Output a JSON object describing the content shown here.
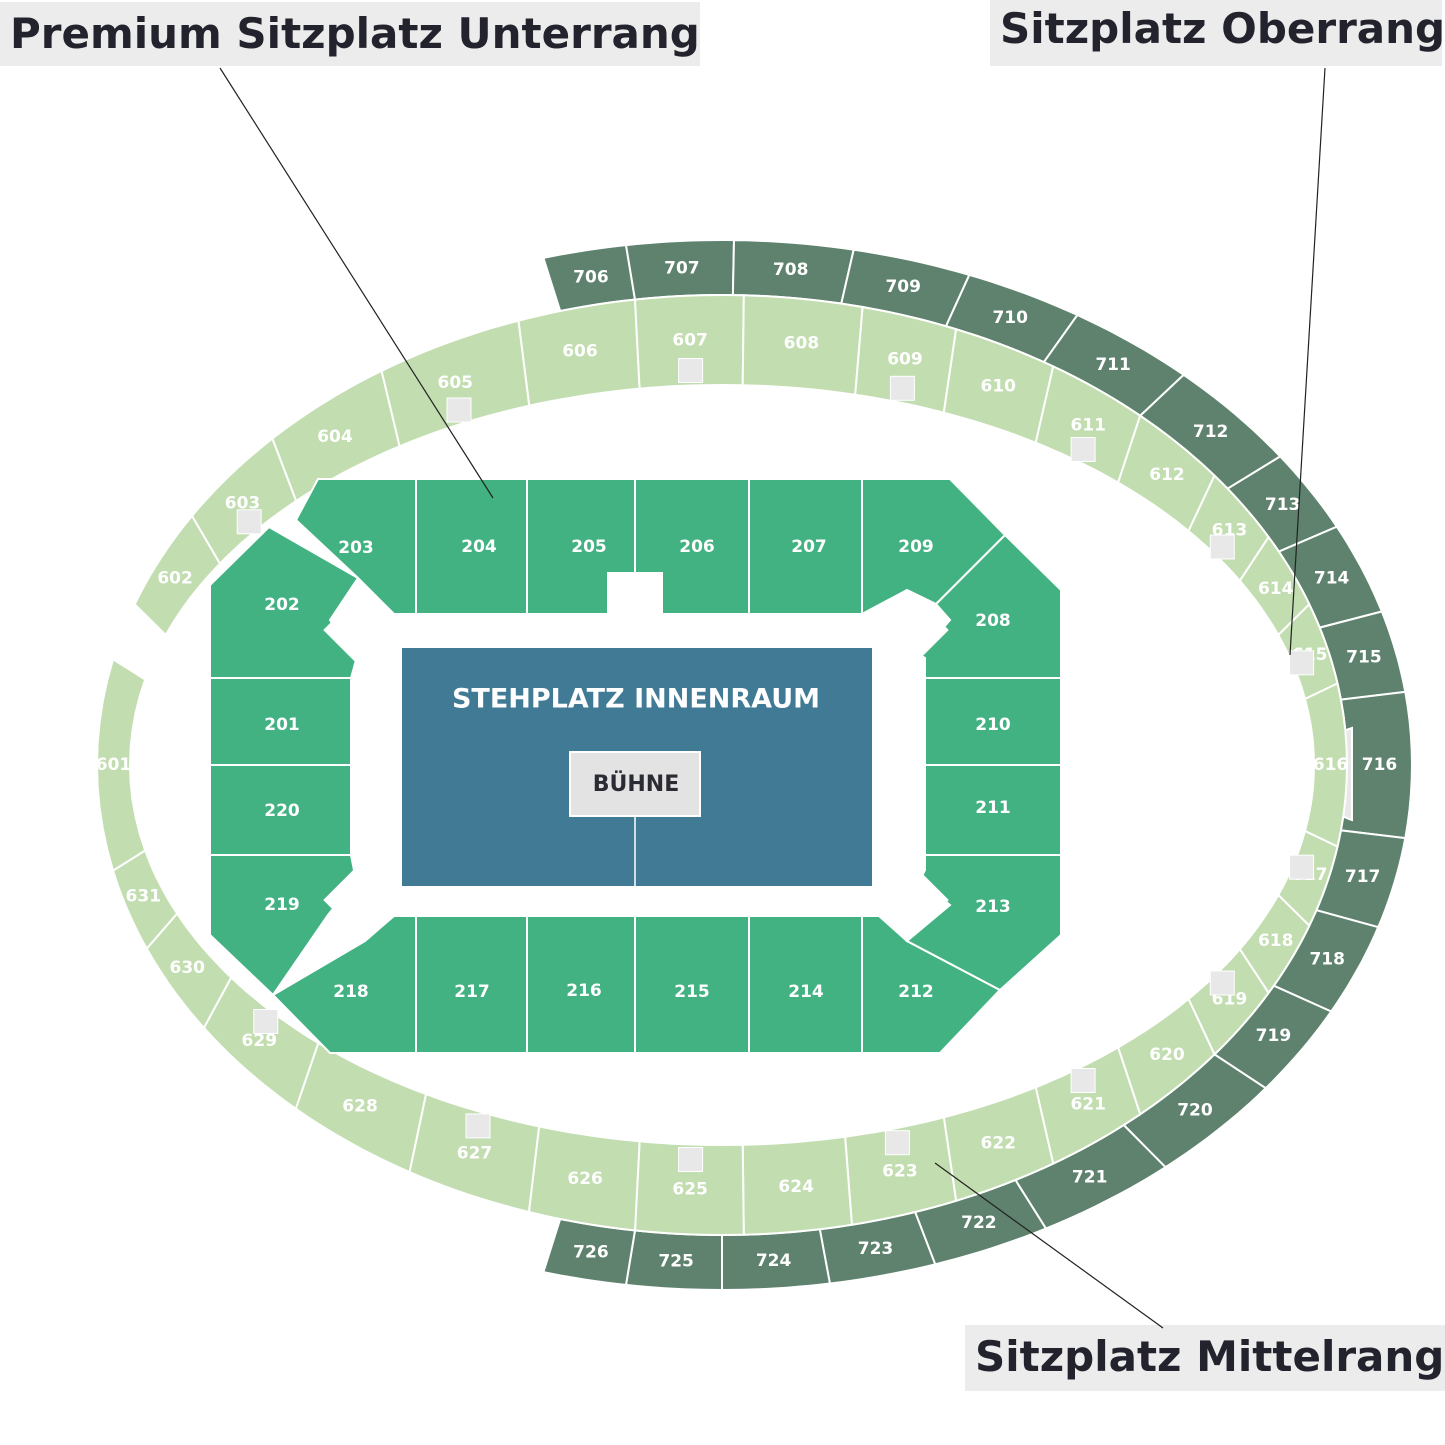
{
  "labels": {
    "premium": "Premium Sitzplatz Unterrang",
    "ober": "Sitzplatz Oberrang",
    "mittel": "Sitzplatz Mittelrang"
  },
  "floor": {
    "title": "STEHPLATZ INNENRAUM",
    "stage": "BÜHNE"
  },
  "colors": {
    "unterrang": "#43b283",
    "mittelrang": "#c2ddb0",
    "oberrang": "#5e826e",
    "floor": "#417a95",
    "stage": "#e3e3e3",
    "connector": "#ececec",
    "label_text": "#23232e"
  },
  "unterrang": [
    "201",
    "202",
    "203",
    "204",
    "205",
    "206",
    "207",
    "208",
    "209",
    "210",
    "211",
    "212",
    "213",
    "214",
    "215",
    "216",
    "217",
    "218",
    "219",
    "220"
  ],
  "mittelrang": [
    "601",
    "602",
    "603",
    "604",
    "605",
    "606",
    "607",
    "608",
    "609",
    "610",
    "611",
    "612",
    "613",
    "614",
    "615",
    "616",
    "617",
    "618",
    "619",
    "620",
    "621",
    "622",
    "623",
    "624",
    "625",
    "626",
    "627",
    "628",
    "629",
    "630",
    "631"
  ],
  "oberrang": [
    "706",
    "707",
    "708",
    "709",
    "710",
    "711",
    "712",
    "713",
    "714",
    "715",
    "716",
    "717",
    "718",
    "719",
    "720",
    "721",
    "722",
    "723",
    "724",
    "725",
    "726"
  ]
}
